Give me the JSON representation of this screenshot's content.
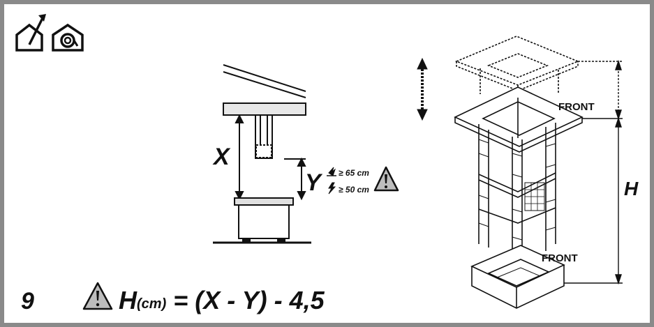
{
  "figure_number": "9",
  "formula": {
    "h_label": "H",
    "h_unit": "(cm)",
    "rhs": " = (X - Y) - 4,5"
  },
  "labels": {
    "x": "X",
    "y": "Y",
    "h": "H",
    "front_top": "FRONT",
    "front_bottom": "FRONT"
  },
  "clearances": {
    "gas": "≥ 65 cm",
    "electric": "≥ 50 cm"
  },
  "icons": [
    "house-vent-outdoor-icon",
    "house-recirculation-icon",
    "warning-icon",
    "warning-icon"
  ]
}
